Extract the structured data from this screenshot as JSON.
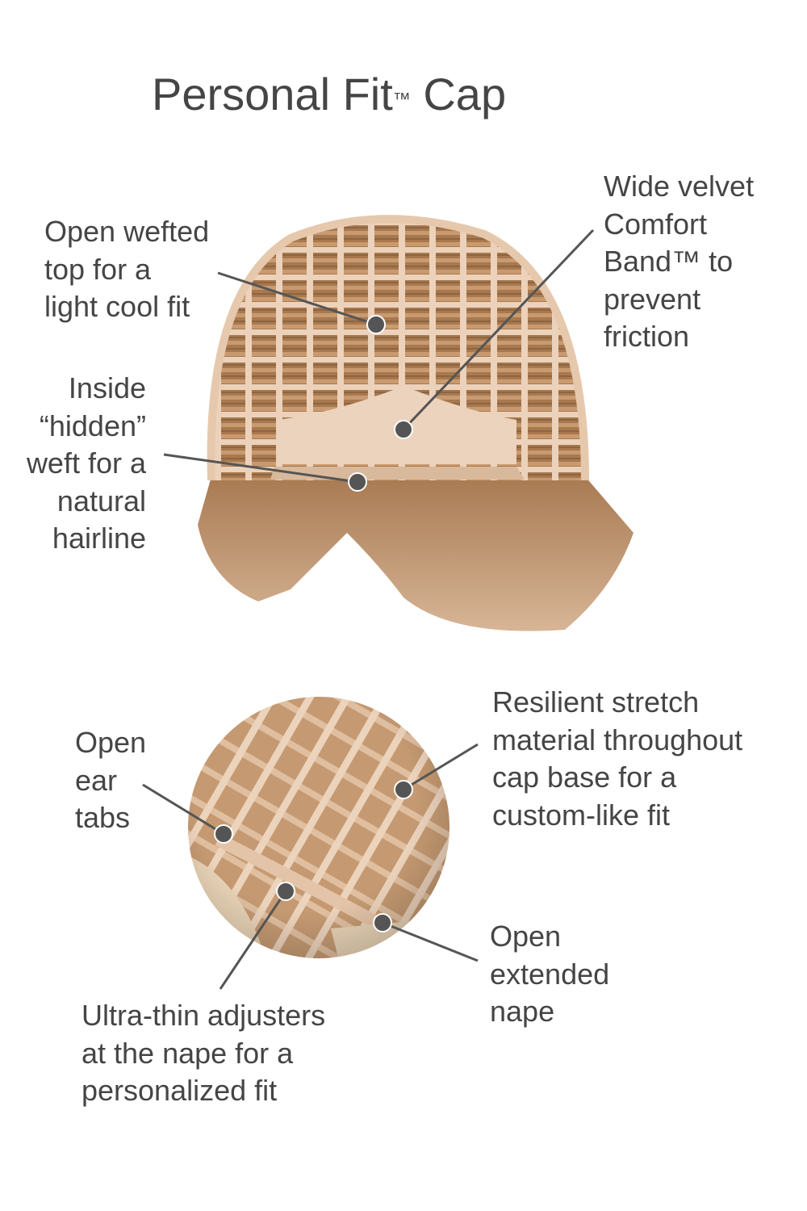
{
  "title": {
    "main": "Personal Fit",
    "tm": "™",
    "suffix": " Cap"
  },
  "colors": {
    "text": "#454545",
    "cap": "#e9c9b0",
    "hair": "#b8875e",
    "callout": "#555555"
  },
  "top_diagram": {
    "callouts": [
      {
        "id": "open-wefted-top",
        "lines": [
          "Open wefted",
          "top for a",
          "light cool fit"
        ]
      },
      {
        "id": "comfort-band",
        "lines": [
          "Wide velvet",
          "Comfort",
          "Band™ to",
          "prevent",
          "friction"
        ]
      },
      {
        "id": "hidden-weft",
        "lines": [
          "Inside",
          "“hidden”",
          "weft for a",
          "natural",
          "hairline"
        ]
      }
    ]
  },
  "bottom_diagram": {
    "callouts": [
      {
        "id": "open-ear-tabs",
        "lines": [
          "Open",
          "ear",
          "tabs"
        ]
      },
      {
        "id": "stretch-material",
        "lines": [
          "Resilient stretch",
          "material throughout",
          "cap base for a",
          "custom-like fit"
        ]
      },
      {
        "id": "extended-nape",
        "lines": [
          "Open",
          "extended",
          "nape"
        ]
      },
      {
        "id": "nape-adjusters",
        "lines": [
          "Ultra-thin adjusters",
          "at the nape for a",
          "personalized fit"
        ]
      }
    ]
  }
}
